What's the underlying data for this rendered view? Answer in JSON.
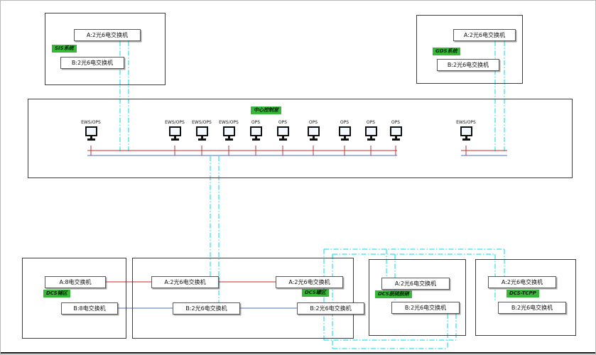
{
  "colors": {
    "fiber": "#00dbee",
    "line_a": "#cc2a2a",
    "line_b": "#4a6fc4",
    "label_bg": "#38b838"
  },
  "top_left": {
    "system_label": "SIS系统",
    "switch_a": "A:2光6电交换机",
    "switch_b": "B:2光6电交换机"
  },
  "top_right": {
    "system_label": "GDS系统",
    "switch_a": "A:2光6电交换机",
    "switch_b": "B:2光6电交换机"
  },
  "control_room": {
    "label": "中心控制室",
    "workstations": [
      {
        "label": "EWS/OPS"
      },
      {
        "label": "EWS/OPS"
      },
      {
        "label": "EWS/OPS"
      },
      {
        "label": "EWS/OPS"
      },
      {
        "label": "OPS"
      },
      {
        "label": "OPS"
      },
      {
        "label": "OPS"
      },
      {
        "label": "OPS"
      },
      {
        "label": "OPS"
      },
      {
        "label": "OPS"
      },
      {
        "label": "EWS/OPS"
      }
    ]
  },
  "zones": [
    {
      "label": "DCS辅区",
      "switch_a": "A:8电交换机",
      "switch_b": "B:8电交换机"
    },
    {
      "label": "DCS罐区",
      "switch_a": "A:2光6电交换机",
      "switch_b": "B:2光6电交换机",
      "switch_a2": "A:2光6电交换机",
      "switch_b2": "B:2光6电交换机"
    },
    {
      "label": "DCS脱硫脱硝",
      "switch_a": "A:2光6电交换机",
      "switch_b": "B:2光6电交换机"
    },
    {
      "label": "DCS-TCPP",
      "switch_a": "A:2光6电交换机",
      "switch_b": "B:2光6电交换机"
    }
  ]
}
